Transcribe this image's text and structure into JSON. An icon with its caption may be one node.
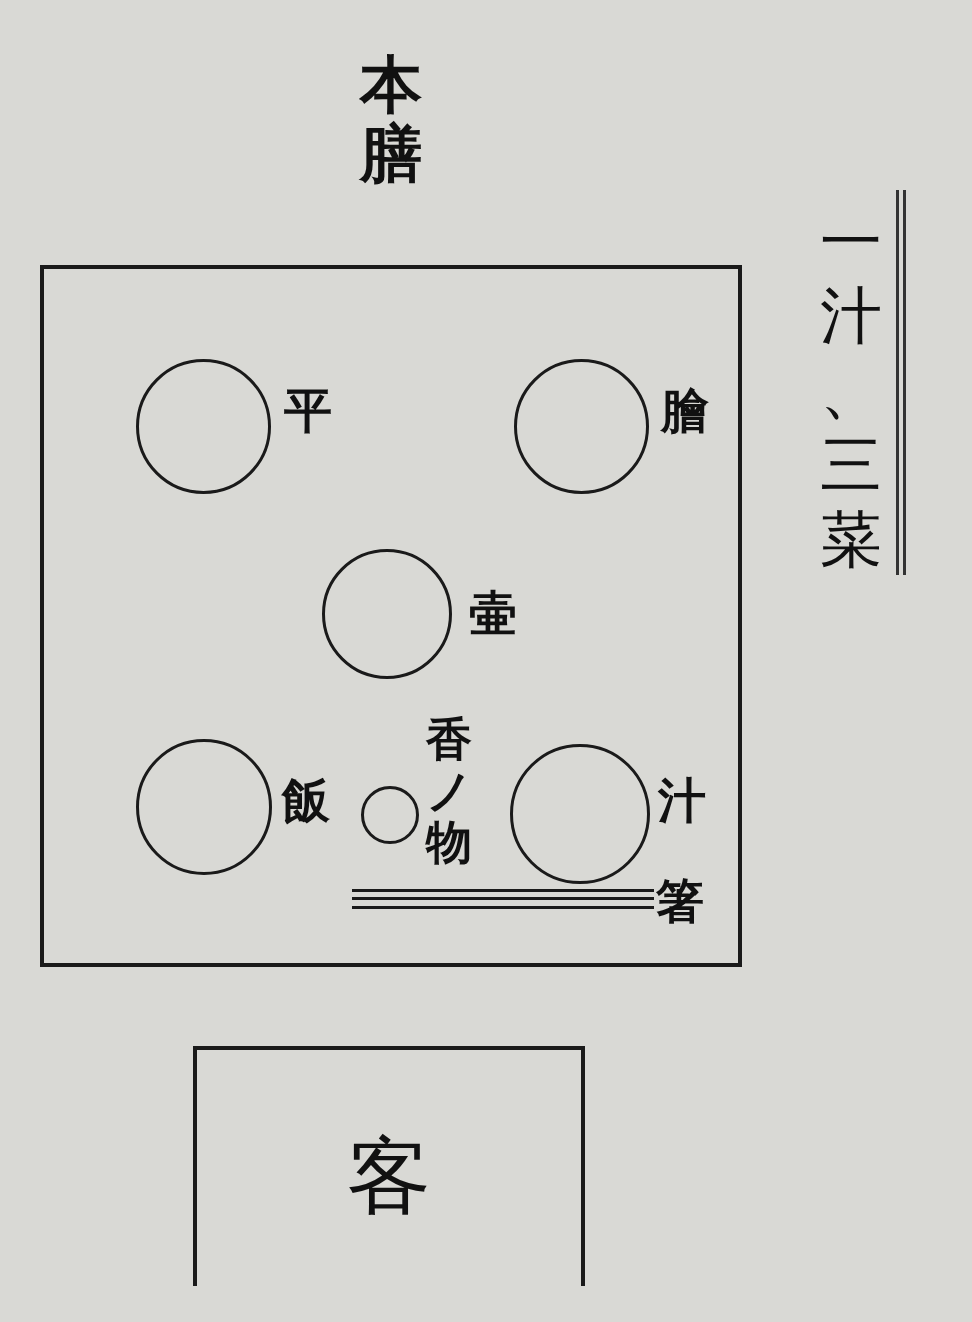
{
  "diagram": {
    "nodes": [
      {
        "text": [
          "本膳"
        ]
      },
      {
        "text": [],
        "shape": "circle",
        "in": 0,
        "beside": [
          "平"
        ]
      },
      {
        "text": [],
        "shape": "circle",
        "in": 0,
        "beside": [
          "膾"
        ]
      },
      {
        "text": [],
        "shape": "circle",
        "in": 0,
        "beside": [
          "壷"
        ]
      },
      {
        "text": [],
        "shape": "circle",
        "in": 0,
        "beside": [
          "飯"
        ]
      },
      {
        "text": [],
        "shape": "circle",
        "in": 0,
        "beside": [
          "香ノ物"
        ]
      },
      {
        "text": [],
        "shape": "circle",
        "in": 0,
        "beside": [
          "汁"
        ]
      },
      {
        "text": [],
        "shape": "bar",
        "in": 0,
        "beside": [
          "箸"
        ]
      },
      {
        "text": [
          "客"
        ]
      }
    ],
    "labels": [
      "一汁、三菜"
    ]
  }
}
